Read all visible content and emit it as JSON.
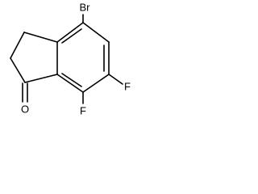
{
  "molecule": {
    "atoms": {
      "bromine": "Br",
      "fluorine_upper": "F",
      "fluorine_lower": "F",
      "oxygen": "O"
    },
    "colors": {
      "bond": "#000000",
      "label": "#000000",
      "background": "#ffffff"
    }
  }
}
